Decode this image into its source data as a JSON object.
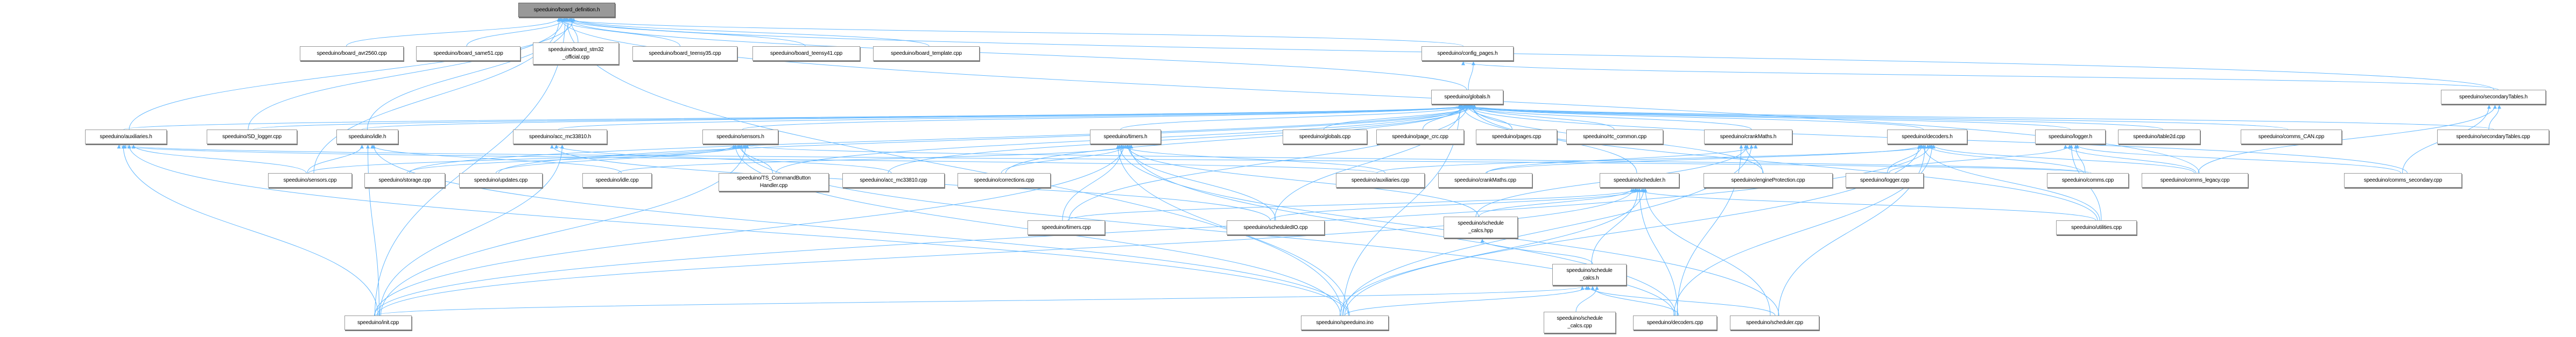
{
  "colors": {
    "edge": "#63b8ff",
    "node_border": "#999999",
    "focus_fill": "#999999"
  },
  "focus_node": "board_definition_h",
  "nodes": [
    {
      "id": "board_definition_h",
      "label": "speeduino/board_definition.h"
    },
    {
      "id": "board_avr2560_cpp",
      "label": "speeduino/board_avr2560.cpp"
    },
    {
      "id": "board_same51_cpp",
      "label": "speeduino/board_same51.cpp"
    },
    {
      "id": "board_stm32_official_cpp",
      "label": "speeduino/board_stm32\n_official.cpp"
    },
    {
      "id": "board_teensy35_cpp",
      "label": "speeduino/board_teensy35.cpp"
    },
    {
      "id": "board_teensy41_cpp",
      "label": "speeduino/board_teensy41.cpp"
    },
    {
      "id": "board_template_cpp",
      "label": "speeduino/board_template.cpp"
    },
    {
      "id": "config_pages_h",
      "label": "speeduino/config_pages.h"
    },
    {
      "id": "globals_h",
      "label": "speeduino/globals.h"
    },
    {
      "id": "secondaryTables_h",
      "label": "speeduino/secondaryTables.h"
    },
    {
      "id": "auxiliaries_h",
      "label": "speeduino/auxiliaries.h"
    },
    {
      "id": "SD_logger_cpp",
      "label": "speeduino/SD_logger.cpp"
    },
    {
      "id": "idle_h",
      "label": "speeduino/idle.h"
    },
    {
      "id": "acc_mc33810_h",
      "label": "speeduino/acc_mc33810.h"
    },
    {
      "id": "sensors_h",
      "label": "speeduino/sensors.h"
    },
    {
      "id": "timers_h",
      "label": "speeduino/timers.h"
    },
    {
      "id": "globals_cpp",
      "label": "speeduino/globals.cpp"
    },
    {
      "id": "page_crc_cpp",
      "label": "speeduino/page_crc.cpp"
    },
    {
      "id": "pages_cpp",
      "label": "speeduino/pages.cpp"
    },
    {
      "id": "rtc_common_cpp",
      "label": "speeduino/rtc_common.cpp"
    },
    {
      "id": "crankMaths_h",
      "label": "speeduino/crankMaths.h"
    },
    {
      "id": "decoders_h",
      "label": "speeduino/decoders.h"
    },
    {
      "id": "logger_h",
      "label": "speeduino/logger.h"
    },
    {
      "id": "table2d_cpp",
      "label": "speeduino/table2d.cpp"
    },
    {
      "id": "comms_CAN_cpp",
      "label": "speeduino/comms_CAN.cpp"
    },
    {
      "id": "secondaryTables_cpp",
      "label": "speeduino/secondaryTables.cpp"
    },
    {
      "id": "sensors_cpp",
      "label": "speeduino/sensors.cpp"
    },
    {
      "id": "storage_cpp",
      "label": "speeduino/storage.cpp"
    },
    {
      "id": "updates_cpp",
      "label": "speeduino/updates.cpp"
    },
    {
      "id": "idle_cpp",
      "label": "speeduino/idle.cpp"
    },
    {
      "id": "TS_CommandButtonHandler_cpp",
      "label": "speeduino/TS_CommandButton\nHandler.cpp"
    },
    {
      "id": "acc_mc33810_cpp",
      "label": "speeduino/acc_mc33810.cpp"
    },
    {
      "id": "corrections_cpp",
      "label": "speeduino/corrections.cpp"
    },
    {
      "id": "auxiliaries_cpp",
      "label": "speeduino/auxiliaries.cpp"
    },
    {
      "id": "crankMaths_cpp",
      "label": "speeduino/crankMaths.cpp"
    },
    {
      "id": "scheduler_h",
      "label": "speeduino/scheduler.h"
    },
    {
      "id": "engineProtection_cpp",
      "label": "speeduino/engineProtection.cpp"
    },
    {
      "id": "logger_cpp",
      "label": "speeduino/logger.cpp"
    },
    {
      "id": "comms_cpp",
      "label": "speeduino/comms.cpp"
    },
    {
      "id": "comms_legacy_cpp",
      "label": "speeduino/comms_legacy.cpp"
    },
    {
      "id": "comms_secondary_cpp",
      "label": "speeduino/comms_secondary.cpp"
    },
    {
      "id": "timers_cpp",
      "label": "speeduino/timers.cpp"
    },
    {
      "id": "scheduledIO_cpp",
      "label": "speeduino/scheduledIO.cpp"
    },
    {
      "id": "schedule_calcs_hpp",
      "label": "speeduino/schedule\n_calcs.hpp"
    },
    {
      "id": "utilities_cpp",
      "label": "speeduino/utilities.cpp"
    },
    {
      "id": "schedule_calcs_h",
      "label": "speeduino/schedule\n_calcs.h"
    },
    {
      "id": "init_cpp",
      "label": "speeduino/init.cpp"
    },
    {
      "id": "speeduino_ino",
      "label": "speeduino/speeduino.ino"
    },
    {
      "id": "schedule_calcs_cpp",
      "label": "speeduino/schedule\n_calcs.cpp"
    },
    {
      "id": "decoders_cpp",
      "label": "speeduino/decoders.cpp"
    },
    {
      "id": "scheduler_cpp",
      "label": "speeduino/scheduler.cpp"
    }
  ],
  "edges": [
    [
      "board_avr2560_cpp",
      "board_definition_h"
    ],
    [
      "board_same51_cpp",
      "board_definition_h"
    ],
    [
      "board_stm32_official_cpp",
      "board_definition_h"
    ],
    [
      "board_teensy35_cpp",
      "board_definition_h"
    ],
    [
      "board_teensy41_cpp",
      "board_definition_h"
    ],
    [
      "board_template_cpp",
      "board_definition_h"
    ],
    [
      "config_pages_h",
      "board_definition_h"
    ],
    [
      "globals_h",
      "board_definition_h"
    ],
    [
      "auxiliaries_h",
      "board_definition_h"
    ],
    [
      "SD_logger_cpp",
      "board_definition_h"
    ],
    [
      "idle_h",
      "board_definition_h"
    ],
    [
      "sensors_cpp",
      "board_definition_h"
    ],
    [
      "init_cpp",
      "board_definition_h"
    ],
    [
      "secondaryTables_h",
      "board_definition_h"
    ],
    [
      "comms_legacy_cpp",
      "board_definition_h"
    ],
    [
      "speeduino_ino",
      "board_definition_h"
    ],
    [
      "globals_h",
      "config_pages_h"
    ],
    [
      "secondaryTables_h",
      "config_pages_h"
    ],
    [
      "auxiliaries_h",
      "globals_h"
    ],
    [
      "SD_logger_cpp",
      "globals_h"
    ],
    [
      "idle_h",
      "globals_h"
    ],
    [
      "acc_mc33810_h",
      "globals_h"
    ],
    [
      "sensors_h",
      "globals_h"
    ],
    [
      "timers_h",
      "globals_h"
    ],
    [
      "globals_cpp",
      "globals_h"
    ],
    [
      "page_crc_cpp",
      "globals_h"
    ],
    [
      "pages_cpp",
      "globals_h"
    ],
    [
      "rtc_common_cpp",
      "globals_h"
    ],
    [
      "crankMaths_h",
      "globals_h"
    ],
    [
      "decoders_h",
      "globals_h"
    ],
    [
      "logger_h",
      "globals_h"
    ],
    [
      "table2d_cpp",
      "globals_h"
    ],
    [
      "comms_CAN_cpp",
      "globals_h"
    ],
    [
      "secondaryTables_cpp",
      "globals_h"
    ],
    [
      "comms_secondary_cpp",
      "globals_h"
    ],
    [
      "scheduler_h",
      "globals_h"
    ],
    [
      "utilities_cpp",
      "globals_h"
    ],
    [
      "storage_cpp",
      "globals_h"
    ],
    [
      "updates_cpp",
      "globals_h"
    ],
    [
      "corrections_cpp",
      "globals_h"
    ],
    [
      "acc_mc33810_cpp",
      "globals_h"
    ],
    [
      "speeduino_ino",
      "globals_h"
    ],
    [
      "TS_CommandButtonHandler_cpp",
      "globals_h"
    ],
    [
      "engineProtection_cpp",
      "globals_h"
    ],
    [
      "scheduledIO_cpp",
      "globals_h"
    ],
    [
      "timers_cpp",
      "globals_h"
    ],
    [
      "secondaryTables_cpp",
      "secondaryTables_h"
    ],
    [
      "comms_secondary_cpp",
      "secondaryTables_h"
    ],
    [
      "comms_legacy_cpp",
      "secondaryTables_h"
    ],
    [
      "sensors_cpp",
      "auxiliaries_h"
    ],
    [
      "init_cpp",
      "auxiliaries_h"
    ],
    [
      "speeduino_ino",
      "auxiliaries_h"
    ],
    [
      "auxiliaries_cpp",
      "auxiliaries_h"
    ],
    [
      "comms_cpp",
      "auxiliaries_h"
    ],
    [
      "idle_cpp",
      "idle_h"
    ],
    [
      "sensors_cpp",
      "idle_h"
    ],
    [
      "init_cpp",
      "idle_h"
    ],
    [
      "speeduino_ino",
      "idle_h"
    ],
    [
      "acc_mc33810_cpp",
      "acc_mc33810_h"
    ],
    [
      "init_cpp",
      "acc_mc33810_h"
    ],
    [
      "scheduledIO_cpp",
      "acc_mc33810_h"
    ],
    [
      "sensors_cpp",
      "sensors_h"
    ],
    [
      "storage_cpp",
      "sensors_h"
    ],
    [
      "updates_cpp",
      "sensors_h"
    ],
    [
      "TS_CommandButtonHandler_cpp",
      "sensors_h"
    ],
    [
      "init_cpp",
      "sensors_h"
    ],
    [
      "speeduino_ino",
      "sensors_h"
    ],
    [
      "decoders_cpp",
      "sensors_h"
    ],
    [
      "comms_cpp",
      "sensors_h"
    ],
    [
      "timers_cpp",
      "timers_h"
    ],
    [
      "scheduledIO_cpp",
      "timers_h"
    ],
    [
      "speeduino_ino",
      "timers_h"
    ],
    [
      "init_cpp",
      "timers_h"
    ],
    [
      "decoders_cpp",
      "timers_h"
    ],
    [
      "scheduler_cpp",
      "timers_h"
    ],
    [
      "corrections_cpp",
      "timers_h"
    ],
    [
      "idle_cpp",
      "timers_h"
    ],
    [
      "auxiliaries_cpp",
      "timers_h"
    ],
    [
      "schedule_calcs_hpp",
      "timers_h"
    ],
    [
      "crankMaths_cpp",
      "crankMaths_h"
    ],
    [
      "engineProtection_cpp",
      "crankMaths_h"
    ],
    [
      "speeduino_ino",
      "crankMaths_h"
    ],
    [
      "decoders_cpp",
      "crankMaths_h"
    ],
    [
      "schedule_calcs_hpp",
      "crankMaths_h"
    ],
    [
      "decoders_cpp",
      "decoders_h"
    ],
    [
      "logger_cpp",
      "decoders_h"
    ],
    [
      "comms_cpp",
      "decoders_h"
    ],
    [
      "comms_legacy_cpp",
      "decoders_h"
    ],
    [
      "utilities_cpp",
      "decoders_h"
    ],
    [
      "init_cpp",
      "decoders_h"
    ],
    [
      "speeduino_ino",
      "decoders_h"
    ],
    [
      "scheduler_cpp",
      "decoders_h"
    ],
    [
      "auxiliaries_cpp",
      "decoders_h"
    ],
    [
      "crankMaths_cpp",
      "decoders_h"
    ],
    [
      "logger_cpp",
      "logger_h"
    ],
    [
      "comms_cpp",
      "logger_h"
    ],
    [
      "comms_legacy_cpp",
      "logger_h"
    ],
    [
      "utilities_cpp",
      "logger_h"
    ],
    [
      "comms_secondary_cpp",
      "logger_h"
    ],
    [
      "timers_cpp",
      "scheduler_h"
    ],
    [
      "scheduledIO_cpp",
      "scheduler_h"
    ],
    [
      "schedule_calcs_hpp",
      "scheduler_h"
    ],
    [
      "schedule_calcs_h",
      "scheduler_h"
    ],
    [
      "speeduino_ino",
      "scheduler_h"
    ],
    [
      "init_cpp",
      "scheduler_h"
    ],
    [
      "decoders_cpp",
      "scheduler_h"
    ],
    [
      "scheduler_cpp",
      "scheduler_h"
    ],
    [
      "utilities_cpp",
      "scheduler_h"
    ],
    [
      "schedule_calcs_h",
      "schedule_calcs_hpp"
    ],
    [
      "schedule_calcs_cpp",
      "schedule_calcs_h"
    ],
    [
      "speeduino_ino",
      "schedule_calcs_h"
    ],
    [
      "decoders_cpp",
      "schedule_calcs_h"
    ],
    [
      "init_cpp",
      "schedule_calcs_h"
    ],
    [
      "scheduler_cpp",
      "schedule_calcs_h"
    ]
  ]
}
